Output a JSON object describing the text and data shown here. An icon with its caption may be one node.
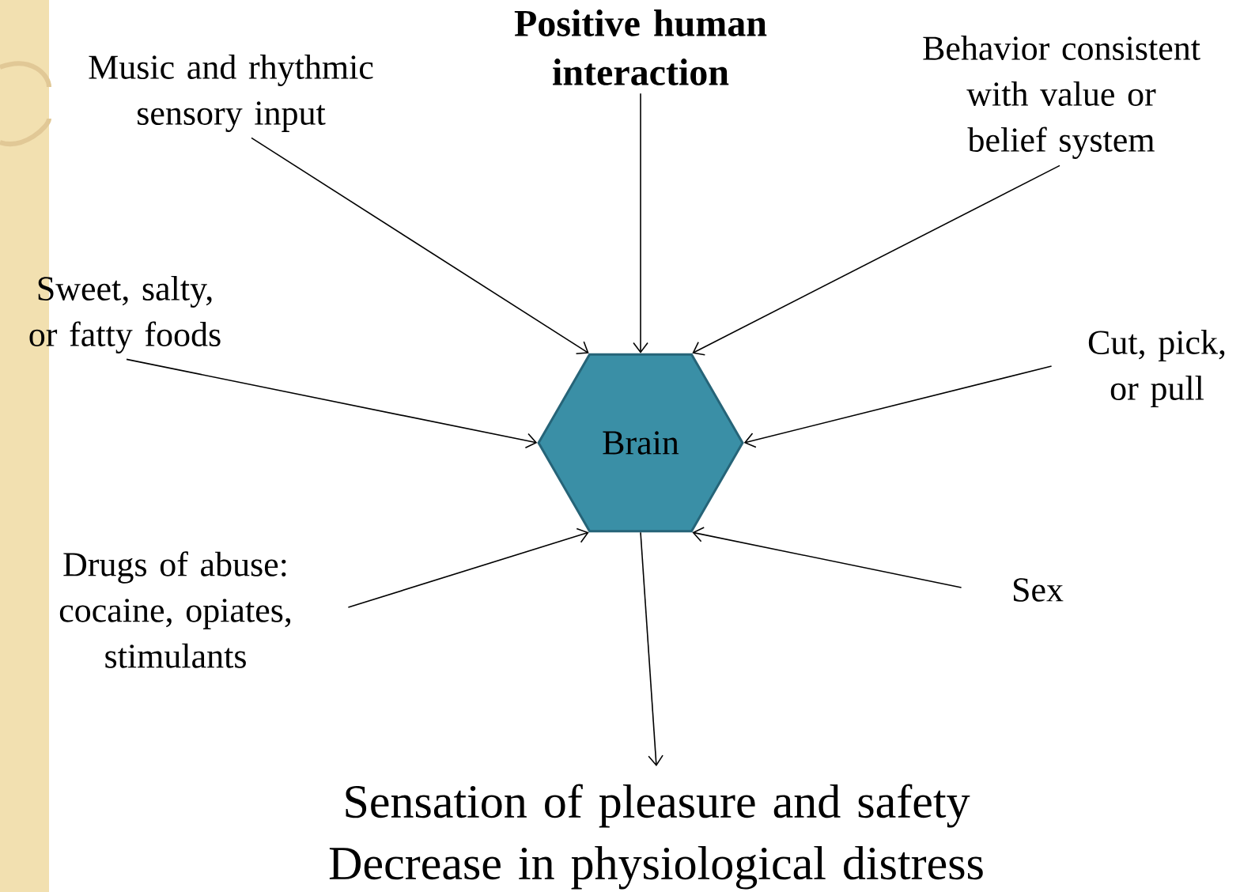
{
  "diagram": {
    "nodes": [
      {
        "text": [
          "Music and rhythmic sensory input"
        ]
      },
      {
        "text": [
          "Positive human interaction"
        ]
      },
      {
        "text": [
          "Behavior consistent with value or belief system"
        ]
      },
      {
        "text": [
          "Sweet, salty, or fatty foods"
        ]
      },
      {
        "text": [
          "Cut, pick, or pull"
        ]
      },
      {
        "text": [
          "Drugs of abuse: cocaine, opiates, stimulants"
        ]
      },
      {
        "text": [
          "Sex"
        ]
      },
      {
        "text": [
          "Brain"
        ]
      },
      {
        "text": [
          "Sensation of pleasure and safety",
          "Decrease in physiological distress"
        ]
      }
    ],
    "edges": [
      {
        "from": 0,
        "to": 7,
        "arrow": "to"
      },
      {
        "from": 1,
        "to": 7,
        "arrow": "to"
      },
      {
        "from": 2,
        "to": 7,
        "arrow": "to"
      },
      {
        "from": 3,
        "to": 7,
        "arrow": "to"
      },
      {
        "from": 4,
        "to": 7,
        "arrow": "to"
      },
      {
        "from": 5,
        "to": 7,
        "arrow": "to"
      },
      {
        "from": 6,
        "to": 7,
        "arrow": "to"
      },
      {
        "from": 7,
        "to": 8,
        "arrow": "to"
      }
    ]
  }
}
